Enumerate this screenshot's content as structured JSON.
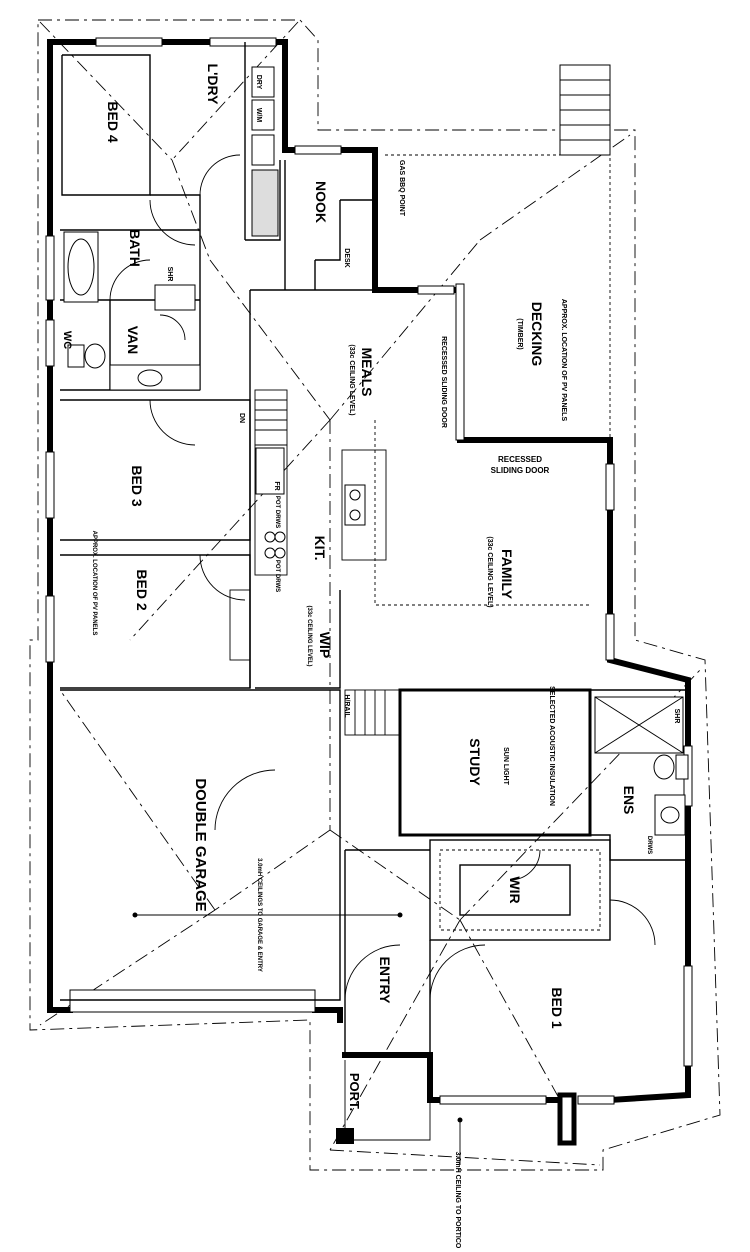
{
  "rooms": {
    "laundry": "L'DRY",
    "dryer": "DRY",
    "washing_machine": "W/M",
    "bed4": "BED 4",
    "bath": "BATH",
    "shower_small": "SHR",
    "van": "VAN",
    "wc": "WC",
    "bed3": "BED 3",
    "bed2": "BED 2",
    "nook": "NOOK",
    "desk": "DESK",
    "meals": "MEALS",
    "meals_ceiling": "(33c CEILING LEVEL)",
    "recessed_door_1": "RECESSED SLIDING DOOR",
    "decking": "DECKING",
    "decking_sub": "(TIMBER)",
    "pv_note_deck": "APPROX. LOCATION OF PV PANELS",
    "gas_bbq": "GAS BBQ POINT",
    "recessed_door_2_line1": "RECESSED",
    "recessed_door_2_line2": "SLIDING DOOR",
    "family": "FAMILY",
    "family_ceiling": "(33c CEILING LEVEL)",
    "kit": "KIT.",
    "dn": "DN",
    "fr": "FR",
    "pot_drws_1": "POT DRWS",
    "pot_drws_2": "POT DRWS",
    "wip": "WIP",
    "wip_ceiling": "(33c CEILING LEVEL)",
    "pv_note_bed2": "APPROX. LOCATION OF PV PANELS",
    "hrail": "H/RAIL",
    "study": "STUDY",
    "sun_light": "SUN LIGHT",
    "acoustic": "SELECTED ACOUSTIC INSULATION",
    "ens": "ENS",
    "ens_shr": "SHR",
    "drws": "DRWS",
    "double_garage": "DOUBLE GARAGE",
    "garage_ceiling": "3.0mH CEILINGS TO GARAGE & ENTRY",
    "wir": "WIR",
    "entry": "ENTRY",
    "bed1": "BED 1",
    "port": "PORT.",
    "portico_ceiling": "3.0mH CEILING TO PORTICO"
  }
}
